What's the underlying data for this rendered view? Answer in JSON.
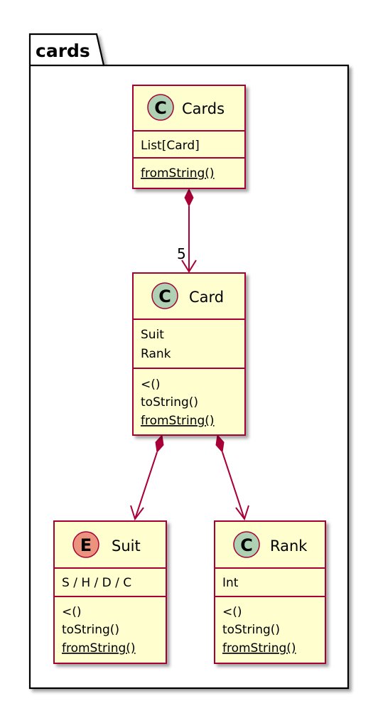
{
  "package": {
    "name": "cards"
  },
  "classes": [
    {
      "id": "cards",
      "stereotype": "C",
      "name": "Cards",
      "attributes": [
        "List[Card]"
      ],
      "methods": [
        {
          "text": "fromString()",
          "static": true
        }
      ]
    },
    {
      "id": "card",
      "stereotype": "C",
      "name": "Card",
      "attributes": [
        "Suit",
        "Rank"
      ],
      "methods": [
        {
          "text": "<()",
          "static": false
        },
        {
          "text": "toString()",
          "static": false
        },
        {
          "text": "fromString()",
          "static": true
        }
      ]
    },
    {
      "id": "suit",
      "stereotype": "E",
      "name": "Suit",
      "attributes": [
        "S / H / D / C"
      ],
      "methods": [
        {
          "text": "<()",
          "static": false
        },
        {
          "text": "toString()",
          "static": false
        },
        {
          "text": "fromString()",
          "static": true
        }
      ]
    },
    {
      "id": "rank",
      "stereotype": "C",
      "name": "Rank",
      "attributes": [
        "Int"
      ],
      "methods": [
        {
          "text": "<()",
          "static": false
        },
        {
          "text": "toString()",
          "static": false
        },
        {
          "text": "fromString()",
          "static": true
        }
      ]
    }
  ],
  "relations": [
    {
      "from": "cards",
      "to": "card",
      "type": "composition",
      "multiplicity": "5"
    },
    {
      "from": "card",
      "to": "suit",
      "type": "composition",
      "multiplicity": ""
    },
    {
      "from": "card",
      "to": "rank",
      "type": "composition",
      "multiplicity": ""
    }
  ],
  "colors": {
    "class_fill": "#FEFECE",
    "class_border": "#A80036",
    "class_badge": "#ADD1B2",
    "enum_badge": "#EB937F",
    "arrow": "#A80036",
    "package_border": "#000000",
    "shadow": "#9a9a9a"
  }
}
